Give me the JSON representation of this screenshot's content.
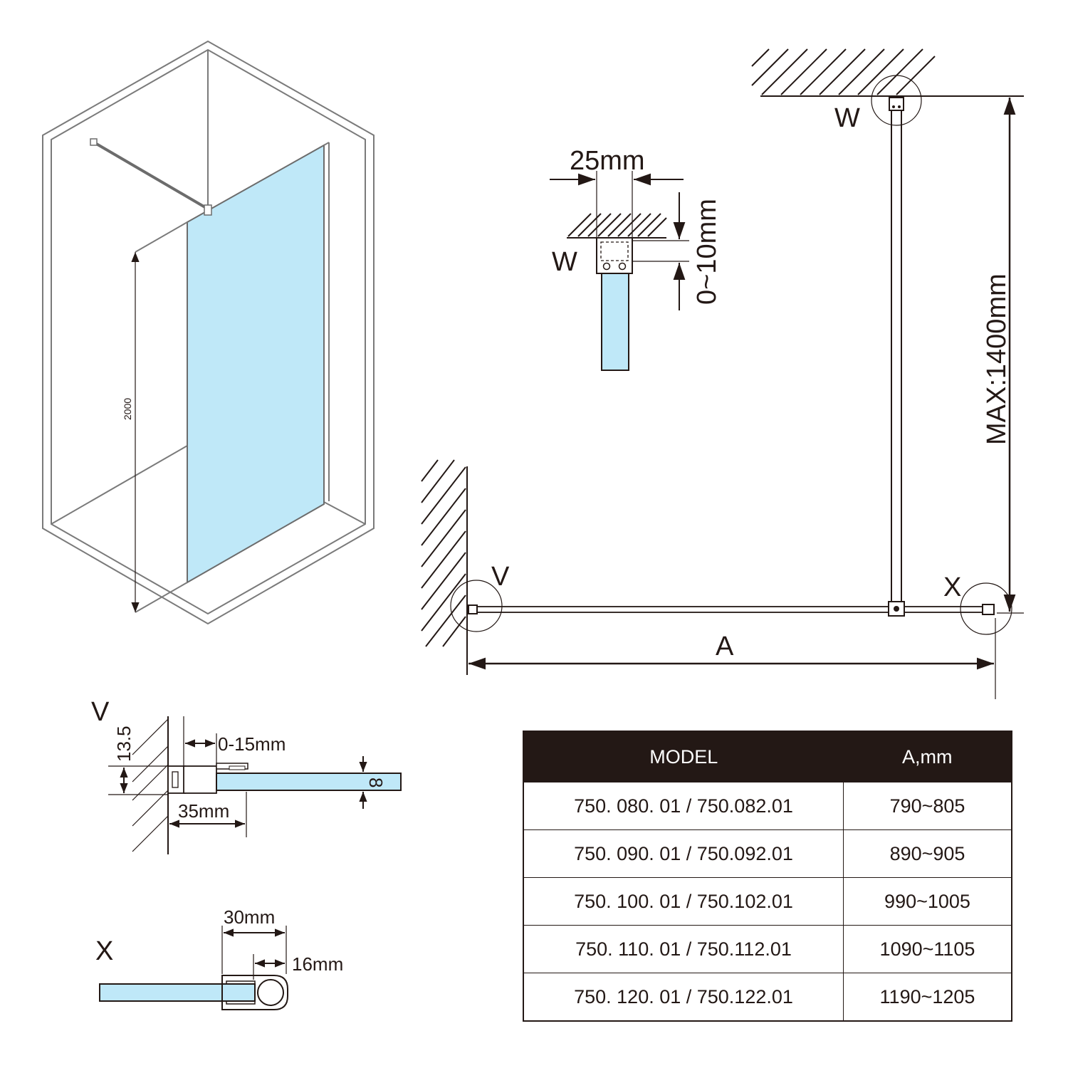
{
  "isometric": {
    "height_label": "2000"
  },
  "ceiling_detail": {
    "label": "W",
    "width_label": "25mm",
    "gap_label": "0~10mm"
  },
  "plan_view": {
    "label_w": "W",
    "label_v": "V",
    "label_x": "X",
    "label_a": "A",
    "height_label": "MAX:1400mm"
  },
  "detail_v": {
    "label": "V",
    "dim_13_5": "13.5",
    "dim_0_15": "0-15mm",
    "dim_35": "35mm",
    "dim_8": "8"
  },
  "detail_x": {
    "label": "X",
    "dim_30": "30mm",
    "dim_16": "16mm"
  },
  "table": {
    "headers": [
      "MODEL",
      "A,mm"
    ],
    "rows": [
      {
        "model": "750. 080. 01 / 750.082.01",
        "a": "790~805"
      },
      {
        "model": "750. 090. 01 / 750.092.01",
        "a": "890~905"
      },
      {
        "model": "750. 100. 01 / 750.102.01",
        "a": "990~1005"
      },
      {
        "model": "750. 110. 01 / 750.112.01",
        "a": "1090~1105"
      },
      {
        "model": "750. 120. 01 / 750.122.01",
        "a": "1190~1205"
      }
    ]
  }
}
